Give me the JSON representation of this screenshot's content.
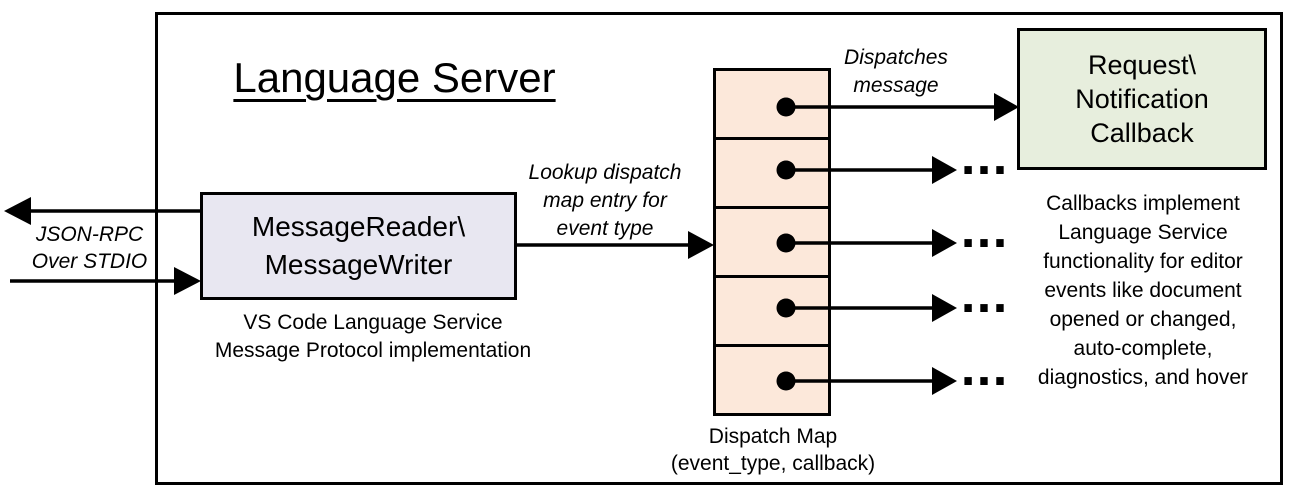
{
  "title": "Language Server",
  "ellipsis": "...",
  "io_label": "JSON-RPC\nOver STDIO",
  "message_box": {
    "label": "MessageReader\\\nMessageWriter",
    "caption": "VS Code Language Service\nMessage Protocol implementation",
    "fill": "#e8e7f1"
  },
  "lookup_label": "Lookup dispatch\nmap entry for\nevent type",
  "dispatch_map": {
    "caption": "Dispatch Map\n(event_type, callback)",
    "cell_count": 5,
    "fill": "#fce8da"
  },
  "dispatches_label": "Dispatches\nmessage",
  "callback_box": {
    "label": "Request\\\nNotification\nCallback",
    "fill": "#e7eedd"
  },
  "callbacks_note": "Callbacks implement\nLanguage Service\nfunctionality for editor\nevents like document\nopened or changed,\nauto-complete,\ndiagnostics, and hover",
  "colors": {
    "stroke": "#000000",
    "message_box_fill": "#e8e7f1",
    "dispatch_cell_fill": "#fce8da",
    "callback_fill": "#e7eedd"
  }
}
